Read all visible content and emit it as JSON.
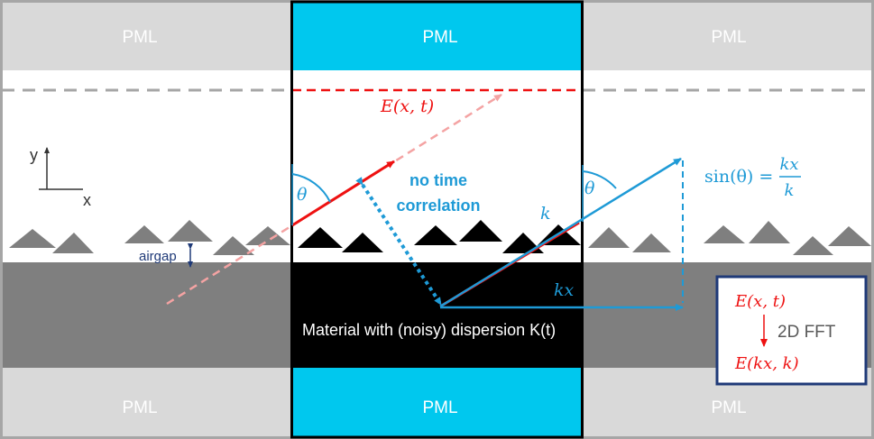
{
  "labels": {
    "pml": "PML",
    "field": "E(x, t)",
    "field_transformed": "E(kx, k)",
    "no_time": "no time",
    "correlation": "correlation",
    "theta": "θ",
    "k": "k",
    "kx": "kx",
    "sin_lhs": "sin(θ) =",
    "frac_num": "kx",
    "frac_den": "k",
    "axis_y": "y",
    "axis_x": "x",
    "airgap": "airgap",
    "material": "Material with (noisy) dispersion K(t)",
    "fft": "2D FFT"
  },
  "colors": {
    "pml_gray": "#d9d9d9",
    "pml_cyan": "#00c8ee",
    "substrate_gray": "#7f7f7f",
    "substrate_black": "#000000",
    "red": "#ee1111",
    "blue": "#1e9ad6",
    "navy": "#1f3a78",
    "triangle_gray": "#7f7f7f"
  }
}
